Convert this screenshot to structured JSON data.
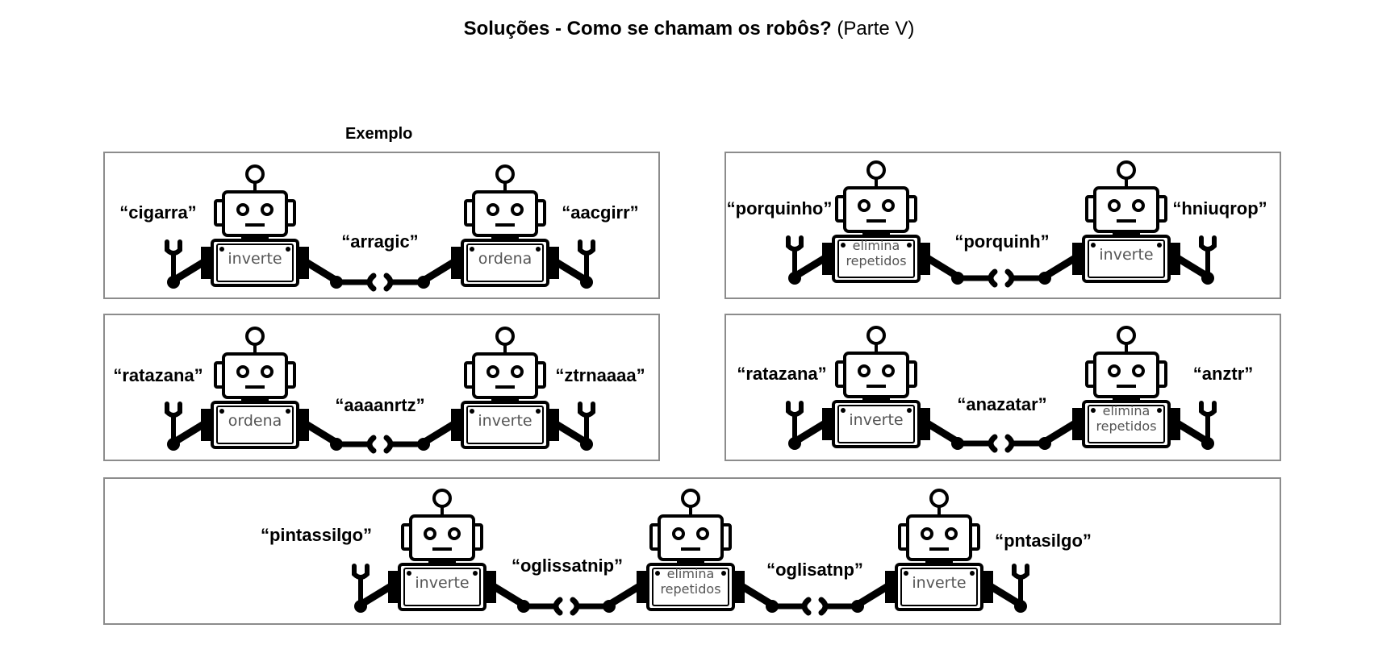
{
  "title": {
    "bold": "Soluções - Como se chamam os robôs?",
    "normal": "(Parte V)"
  },
  "example_label": "Exemplo",
  "panels": [
    {
      "words": [
        "“cigarra”",
        "“arragic”",
        "“aacgirr”"
      ],
      "robots": [
        [
          "inverte"
        ],
        [
          "ordena"
        ]
      ]
    },
    {
      "words": [
        "“porquinho”",
        "“porquinh”",
        "“hniuqrop”"
      ],
      "robots": [
        [
          "elimina",
          "repetidos"
        ],
        [
          "inverte"
        ]
      ]
    },
    {
      "words": [
        "“ratazana”",
        "“aaaanrtz”",
        "“ztrnaaaa”"
      ],
      "robots": [
        [
          "ordena"
        ],
        [
          "inverte"
        ]
      ]
    },
    {
      "words": [
        "“ratazana”",
        "“anazatar”",
        "“anztr”"
      ],
      "robots": [
        [
          "inverte"
        ],
        [
          "elimina",
          "repetidos"
        ]
      ]
    },
    {
      "words": [
        "“pintassilgo”",
        "“oglissatnip”",
        "“oglisatnp”",
        "“pntasilgo”"
      ],
      "robots": [
        [
          "inverte"
        ],
        [
          "elimina",
          "repetidos"
        ],
        [
          "inverte"
        ]
      ]
    }
  ]
}
